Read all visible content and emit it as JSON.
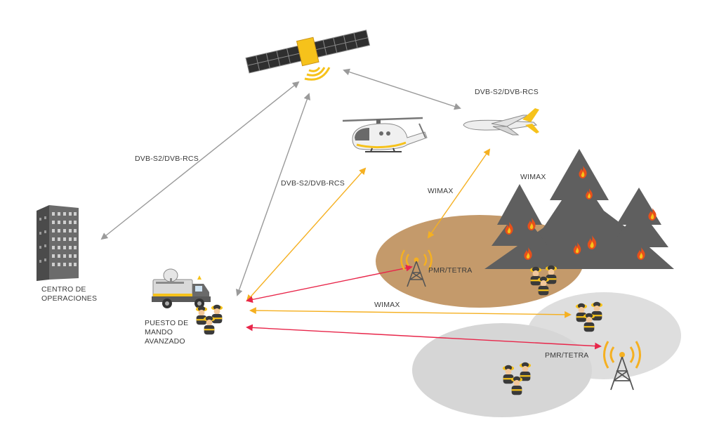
{
  "colors": {
    "gray_link": "#9a9a9a",
    "yellow_link": "#f5b021",
    "red_link": "#e8264a",
    "brown_zone": "#c49a6b",
    "gray_zone": "#dedede",
    "tree": "#5f5f5f",
    "fire": "#e8501a",
    "accent": "#f6c21b"
  },
  "nodes": {
    "satellite": "satellite-icon",
    "uav": "uav-drone-icon",
    "helicopter": "helicopter-icon",
    "operations_center": {
      "icon": "building-icon",
      "label": "CENTRO DE OPERACIONES"
    },
    "command_post": {
      "icon": "command-truck-icon",
      "label": "PUESTO DE MANDO AVANZADO"
    },
    "forest_fire": "forest-fire-icon",
    "tower_1": "radio-tower-icon",
    "tower_2": "radio-tower-icon",
    "firefighter_groups": [
      "firefighters-icon",
      "firefighters-icon",
      "firefighters-icon",
      "firefighters-icon"
    ]
  },
  "links": {
    "sat_ops": "DVB-S2/DVB-RCS",
    "sat_post": "DVB-S2/DVB-RCS",
    "sat_uav": "DVB-S2/DVB-RCS",
    "uav_tower": "WIMAX",
    "forest_wimax": "WIMAX",
    "post_group_wimax": "WIMAX",
    "tower1": "PMR/TETRA",
    "tower2": "PMR/TETRA"
  }
}
